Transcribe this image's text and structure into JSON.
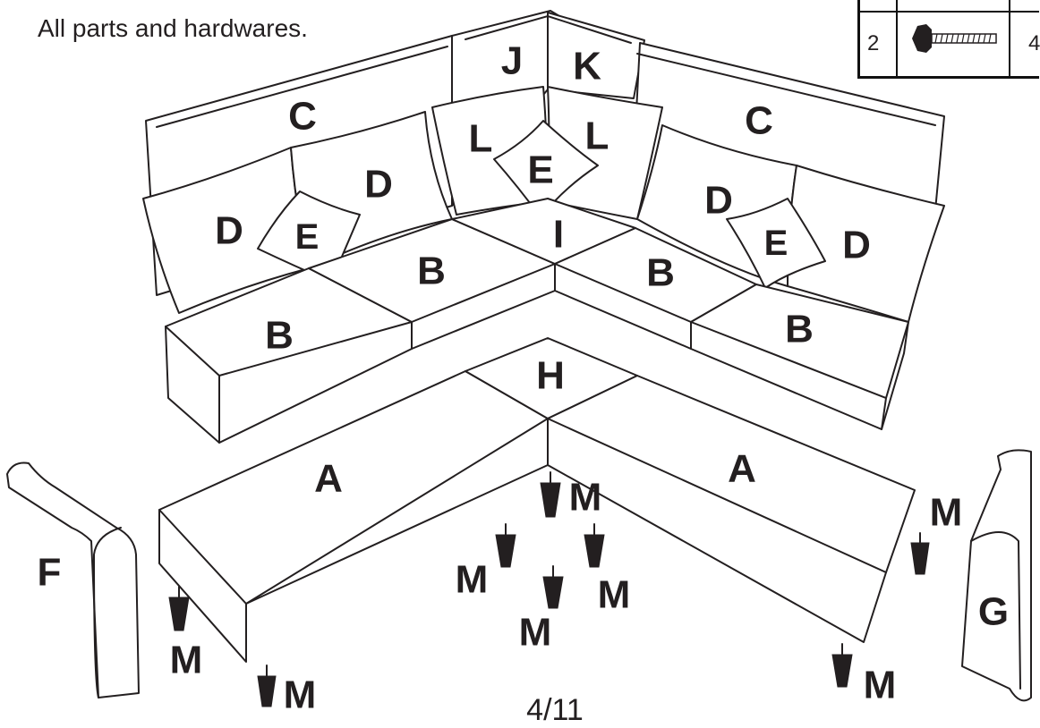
{
  "heading": "All parts and hardwares.",
  "hardware_table": {
    "row_number": "2",
    "quantity_partial": "4",
    "item_icon": "bolt-icon"
  },
  "part_labels": {
    "A": "A",
    "B": "B",
    "C": "C",
    "D": "D",
    "E": "E",
    "F": "F",
    "G": "G",
    "H": "H",
    "I": "I",
    "J": "J",
    "K": "K",
    "L": "L",
    "M": "M"
  },
  "page_number": "4/11",
  "colors": {
    "ink": "#231f20",
    "paper": "#ffffff"
  }
}
